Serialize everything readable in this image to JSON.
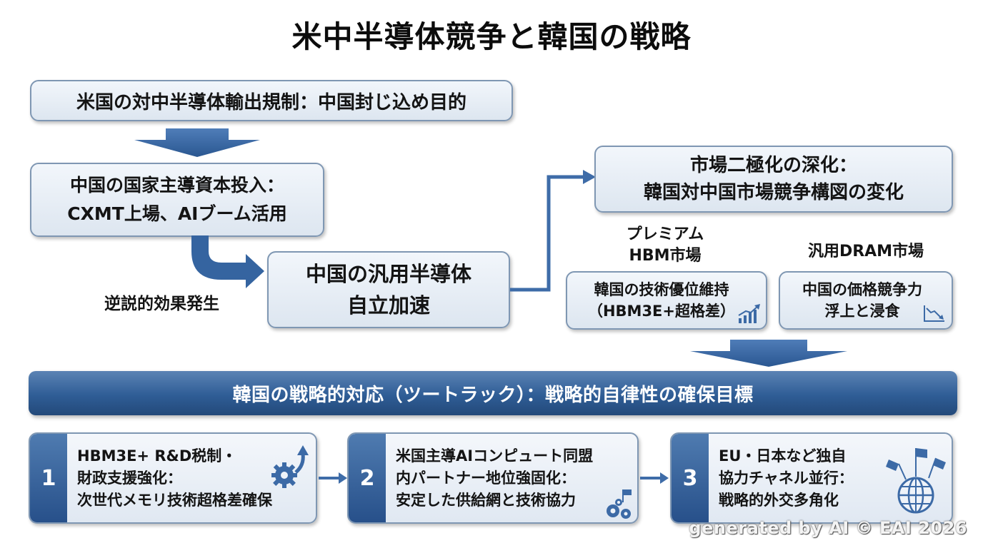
{
  "title": "米中半導体競争と韓国の戦略",
  "top_box": "米国の対中半導体輸出規制：中国封じ込め目的",
  "investment_box": [
    "中国の国家主導資本投入：",
    "CXMT上場、AIブーム活用"
  ],
  "reverse_effect_label": "逆説的効果発生",
  "self_reliance_box": [
    "中国の汎用半導体",
    "自立加速"
  ],
  "polarization_box": [
    "市場二極化の深化：",
    "韓国対中国市場競争構図の変化"
  ],
  "premium": {
    "heading": [
      "プレミアム",
      "HBM市場"
    ],
    "box": [
      "韓国の技術優位維持",
      "（HBM3E+超格差）"
    ],
    "icon": "bar-chart-up-icon"
  },
  "general_dram": {
    "heading": "汎用DRAM市場",
    "box": [
      "中国の価格競争力",
      "浮上と浸食"
    ],
    "icon": "chart-down-icon"
  },
  "strategy_banner": "韓国の戦略的対応（ツートラック）：戦略的自律性の確保目標",
  "strategies": [
    {
      "number": "1",
      "lines": [
        "HBM3E+ R&D税制・",
        "財政支援強化：",
        "次世代メモリ技術超格差確保"
      ],
      "icon": "gear-arrow-up-icon"
    },
    {
      "number": "2",
      "lines": [
        "米国主導AIコンピュート同盟",
        "内パートナー地位強固化：",
        "安定した供給網と技術協力"
      ],
      "icon": "gears-flag-icon"
    },
    {
      "number": "3",
      "lines": [
        "EU・日本など独自",
        "協力チャネル並行：",
        "戦略的外交多角化"
      ],
      "icon": "globe-flags-icon"
    }
  ],
  "watermark": "generated by AI © EAI 2026",
  "colors": {
    "accent": "#2f5d96",
    "box_fill": "#e6edf5",
    "box_border": "#7f97b3",
    "icon_blue": "#3c6aa6"
  }
}
